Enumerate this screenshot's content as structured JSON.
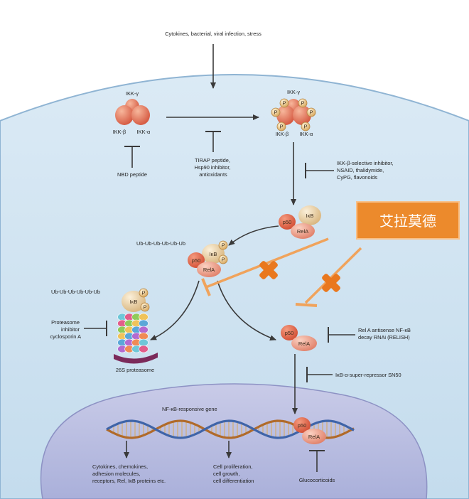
{
  "stimulus": "Cytokines, bacterial, viral infection, stress",
  "ikk_left": {
    "gamma": "IKK-γ",
    "beta": "IKK-β",
    "alpha": "IKK-α"
  },
  "ikk_right": {
    "gamma": "IKK-γ",
    "beta": "IKK-β",
    "alpha": "IKK-α"
  },
  "phospho": "P",
  "nbd": "NBD peptide",
  "tirap": [
    "TIRAP peptide,",
    "Hsp90 inhibitor,",
    "antioxidants"
  ],
  "ikkb_inhib": [
    "IKK-β-selective inhibitor,",
    "NSAID, thalidymide,",
    "CyPG, flavonoids"
  ],
  "callout": "艾拉莫德",
  "ikb": "IκB",
  "p50": "p50",
  "rela": "RelA",
  "ub_chain_1": "Ub-Ub-Ub-Ub-Ub-Ub",
  "ub_chain_2": "Ub-Ub-Ub-Ub-Ub-Ub",
  "proteasome_inhib": [
    "Proteasome",
    "inhibitor",
    "cyclosporin A"
  ],
  "proteasome": "26S proteasome",
  "rela_antisense": [
    "Rel A antisense NF-κB",
    "decay RNAi (RELISH)"
  ],
  "sn50": "IκB-α-super-repressor SN50",
  "gene_label": "NF-κB-responsive gene",
  "out_1": [
    "Cytokines, chemokines,",
    "adhesion molecules,",
    "receptors, Rel, IκB proteins etc."
  ],
  "out_2": [
    "Cell proliferation,",
    "cell growth,",
    "cell differentiation"
  ],
  "glucocorticoids": "Glucocorticoids",
  "colors": {
    "cytoplasm": "#cfe3f1",
    "nucleus": "#b9bde0",
    "callout_bg": "#ec8a2c",
    "cross": "#e9781e",
    "p50": "#e46a4e",
    "rela": "#ef9a86",
    "ikb": "#e8cfa3",
    "phospho": "#f1d29b"
  }
}
